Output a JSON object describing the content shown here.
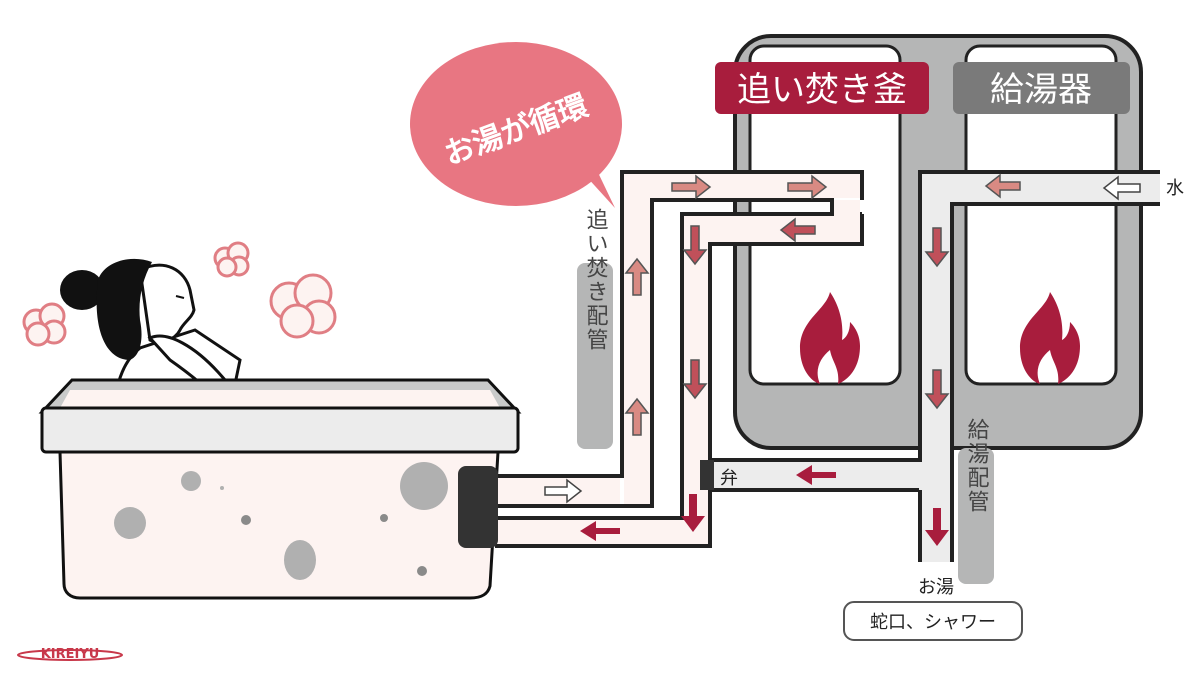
{
  "labels": {
    "reheat_boiler": "追い焚き釜",
    "water_heater": "給湯器",
    "speech_bubble": "お湯が循環",
    "reheat_pipe": "追い焚き配管",
    "supply_pipe": "給湯配管",
    "water_in": "水",
    "valve": "弁",
    "hot_water": "お湯",
    "outlet": "蛇口、シャワー",
    "logo": "KIREIYU"
  },
  "colors": {
    "accent_red": "#a81d3d",
    "bubble_pink": "#e87682",
    "frame_gray": "#b5b6b6",
    "label_gray": "#7a7a7a",
    "pipe_pink": "#fdf3f1",
    "pipe_gray": "#ececec",
    "arrow_light": "#d98a83",
    "arrow_dark": "#a81d3d"
  }
}
